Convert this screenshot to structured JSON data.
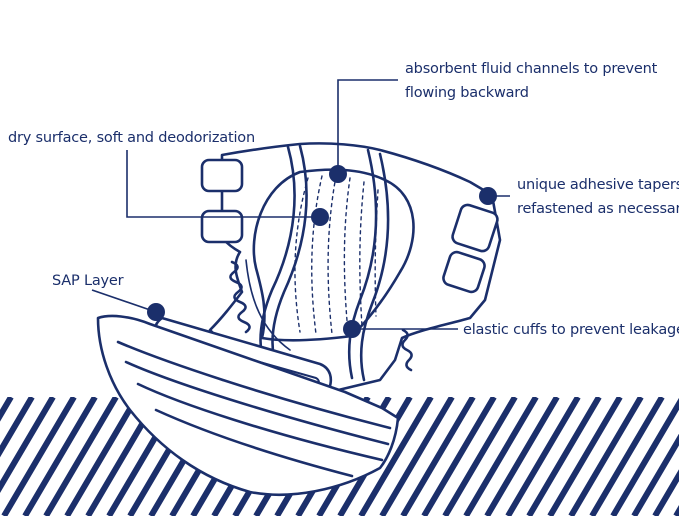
{
  "colors": {
    "ink": "#1b2f6b",
    "background": "#ffffff"
  },
  "labels": {
    "fluid_channels": {
      "line1": "absorbent fluid channels to prevent",
      "line2": "flowing backward"
    },
    "dry_surface": "dry surface, soft and deodorization",
    "adhesive_tapers": {
      "line1": "unique adhesive tapers",
      "line2": "refastened as necessary"
    },
    "sap_layer": "SAP Layer",
    "elastic_cuffs": "elastic cuffs to prevent leakage"
  }
}
